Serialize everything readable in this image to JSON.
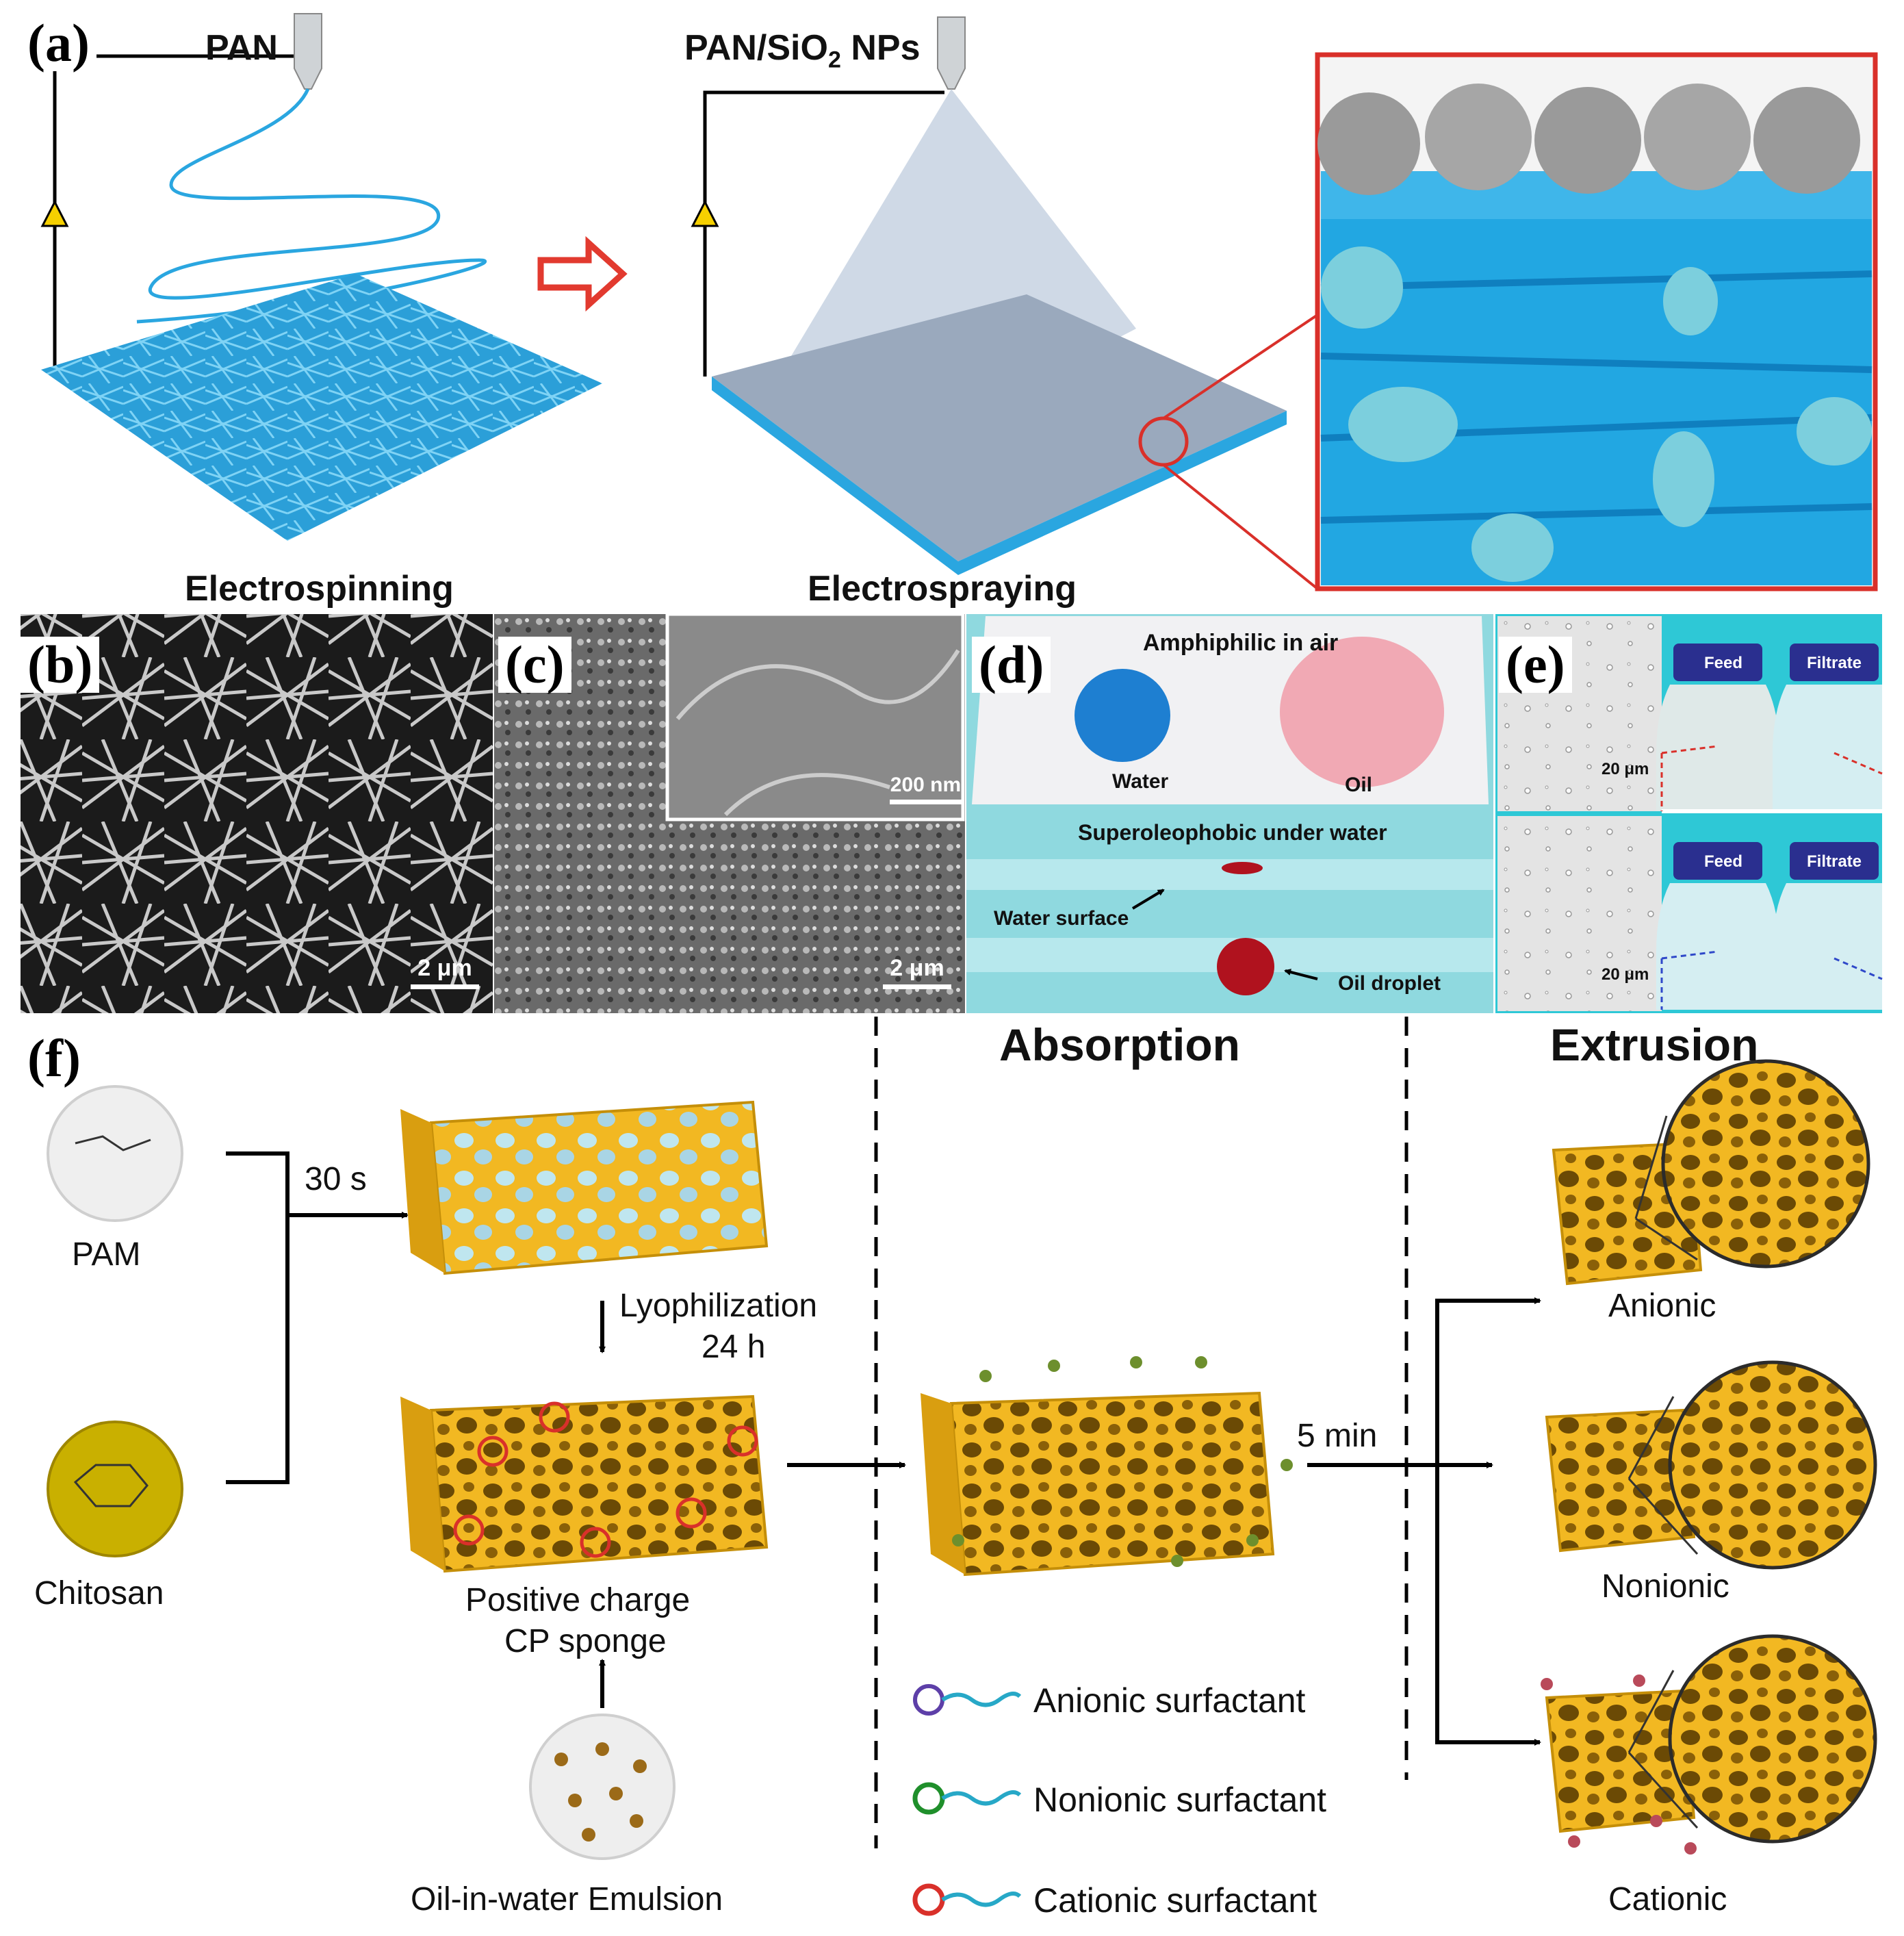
{
  "panels": {
    "a": "(a)",
    "b": "(b)",
    "c": "(c)",
    "d": "(d)",
    "e": "(e)",
    "f": "(f)"
  },
  "a": {
    "pan": "PAN",
    "pan_sio2": "PAN/SiO",
    "sub2": "2",
    "nps": " NPs",
    "electrospinning": "Electrospinning",
    "electrospraying": "Electrospraying"
  },
  "b": {
    "scale": "2 μm"
  },
  "c": {
    "scale": "2 μm",
    "inset_scale": "200 nm"
  },
  "d": {
    "amphiphilic": "Amphiphilic in air",
    "water": "Water",
    "oil": "Oil",
    "superoleophobic": "Superoleophobic under water",
    "water_surface": "Water surface",
    "oil_droplet": "Oil droplet"
  },
  "e": {
    "scale_top": "20 μm",
    "scale_bottom": "20 μm",
    "feed": "Feed",
    "filtrate": "Filtrate"
  },
  "f": {
    "absorption": "Absorption",
    "extrusion": "Extrusion",
    "pam": "PAM",
    "chitosan": "Chitosan",
    "time_30s": "30 s",
    "lyophilization": "Lyophilization",
    "time_24h": "24 h",
    "positive_charge": "Positive charge",
    "cp_sponge": "CP sponge",
    "emulsion": "Oil-in-water Emulsion",
    "time_5min": "5 min",
    "anionic": "Anionic",
    "nonionic": "Nonionic",
    "cationic": "Cationic",
    "legend_anionic": "Anionic surfactant",
    "legend_nonionic": "Nonionic surfactant",
    "legend_cationic": "Cationic surfactant"
  },
  "colors": {
    "fiber_blue": "#2aa6e0",
    "sponge_yellow": "#f2b822",
    "aqua": "#6fd0de",
    "red": "#d9302a"
  }
}
